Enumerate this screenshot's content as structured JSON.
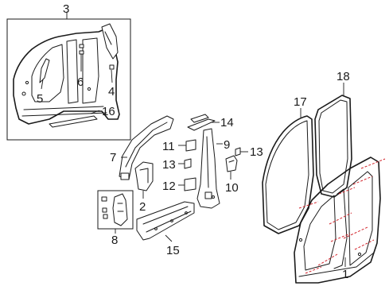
{
  "callouts": {
    "c1": "1",
    "c2": "2",
    "c3": "3",
    "c4": "4",
    "c5": "5",
    "c6": "6",
    "c7": "7",
    "c8": "8",
    "c9": "9",
    "c10": "10",
    "c11": "11",
    "c12": "12",
    "c13a": "13",
    "c13b": "13",
    "c14": "14",
    "c15": "15",
    "c16": "16",
    "c17": "17",
    "c18": "18"
  },
  "colors": {
    "line": "#1a1a1a",
    "cut_line": "#d2232a",
    "background": "#ffffff"
  }
}
